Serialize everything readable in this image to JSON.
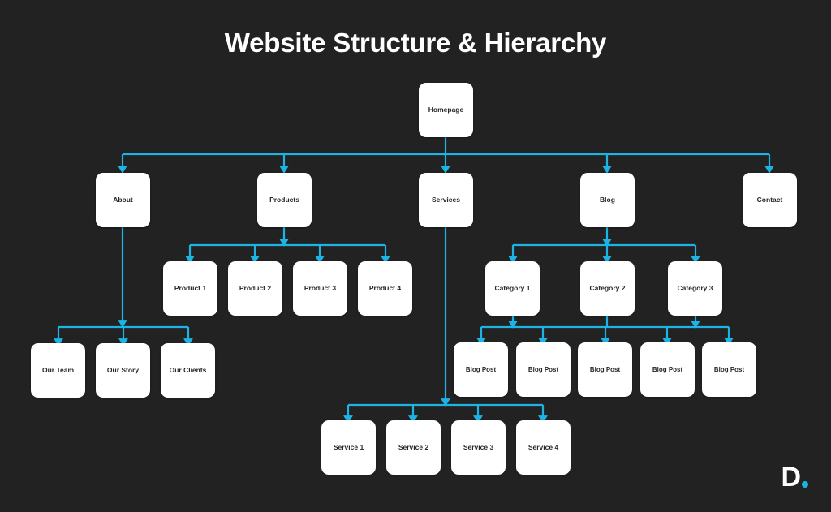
{
  "page": {
    "title": "Website Structure & Hierarchy",
    "background_color": "#222222",
    "node_fill": "#ffffff",
    "node_text_color": "#262626",
    "connector_color": "#1cb4e5"
  },
  "logo": {
    "letter": "D",
    "dot_color": "#1cb4e5"
  },
  "nodes": {
    "root": {
      "label": "Homepage"
    },
    "level1": [
      {
        "label": "About"
      },
      {
        "label": "Products"
      },
      {
        "label": "Services"
      },
      {
        "label": "Blog"
      },
      {
        "label": "Contact"
      }
    ],
    "about_children": [
      {
        "label": "Our Team"
      },
      {
        "label": "Our Story"
      },
      {
        "label": "Our Clients"
      }
    ],
    "products_children": [
      {
        "label": "Product 1"
      },
      {
        "label": "Product 2"
      },
      {
        "label": "Product 3"
      },
      {
        "label": "Product 4"
      }
    ],
    "services_children": [
      {
        "label": "Service 1"
      },
      {
        "label": "Service 2"
      },
      {
        "label": "Service 3"
      },
      {
        "label": "Service 4"
      }
    ],
    "blog_children": [
      {
        "label": "Category 1"
      },
      {
        "label": "Category 2"
      },
      {
        "label": "Category 3"
      }
    ],
    "category_children": [
      {
        "label": "Blog Post"
      },
      {
        "label": "Blog Post"
      },
      {
        "label": "Blog Post"
      },
      {
        "label": "Blog Post"
      },
      {
        "label": "Blog Post"
      }
    ]
  },
  "chart_data": {
    "type": "table",
    "title": "Website Structure & Hierarchy",
    "tree": {
      "name": "Homepage",
      "children": [
        {
          "name": "About",
          "children": [
            {
              "name": "Our Team"
            },
            {
              "name": "Our Story"
            },
            {
              "name": "Our Clients"
            }
          ]
        },
        {
          "name": "Products",
          "children": [
            {
              "name": "Product 1"
            },
            {
              "name": "Product 2"
            },
            {
              "name": "Product 3"
            },
            {
              "name": "Product 4"
            }
          ]
        },
        {
          "name": "Services",
          "children": [
            {
              "name": "Service 1"
            },
            {
              "name": "Service 2"
            },
            {
              "name": "Service 3"
            },
            {
              "name": "Service 4"
            }
          ]
        },
        {
          "name": "Blog",
          "children": [
            {
              "name": "Category 1"
            },
            {
              "name": "Category 2"
            },
            {
              "name": "Category 3"
            },
            {
              "name": "Blog Post"
            },
            {
              "name": "Blog Post"
            },
            {
              "name": "Blog Post"
            },
            {
              "name": "Blog Post"
            },
            {
              "name": "Blog Post"
            }
          ]
        },
        {
          "name": "Contact"
        }
      ]
    }
  }
}
